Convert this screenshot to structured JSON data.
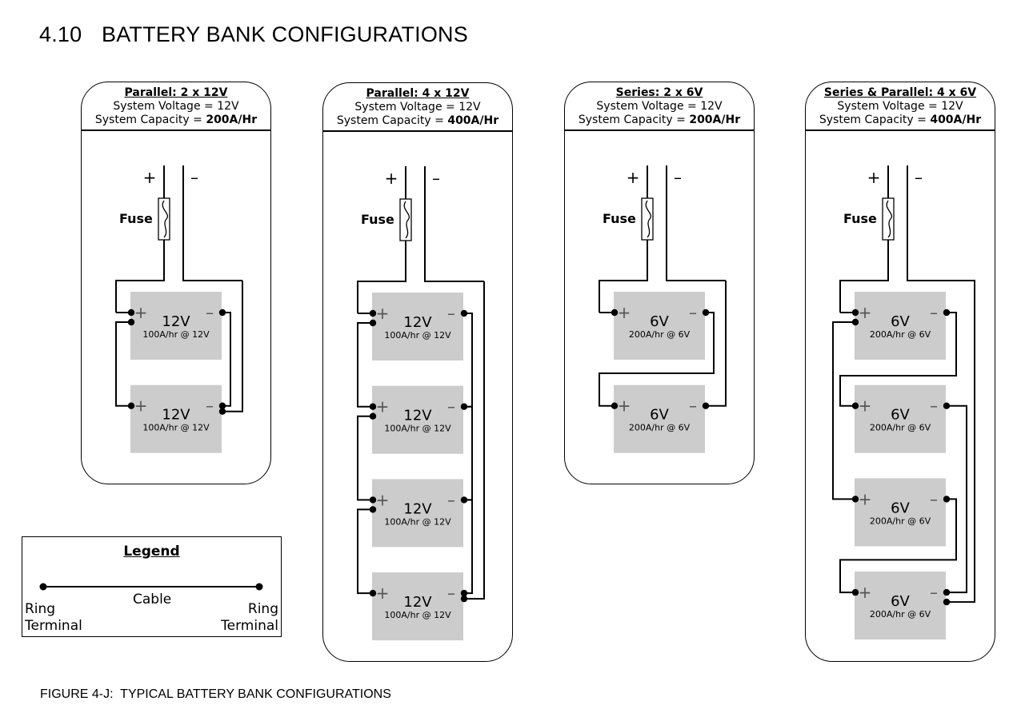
{
  "page": {
    "section_number": "4.10",
    "section_title": "BATTERY BANK CONFIGURATIONS",
    "figure_caption": "FIGURE 4-J:  TYPICAL BATTERY BANK CONFIGURATIONS"
  },
  "colors": {
    "battery_fill": "#cccccc",
    "line": "#000000",
    "terminal_sign": "#555555"
  },
  "common": {
    "plus": "+",
    "minus": "–",
    "fuse": "Fuse",
    "capacity_prefix": "System Capacity = "
  },
  "panels": [
    {
      "title": "Parallel: 2 x 12V",
      "voltage": "System Voltage = 12V",
      "capacity": "200A/Hr",
      "battery_label": "12V",
      "battery_rating": "100A/hr @ 12V",
      "count": 2,
      "wiring": "parallel"
    },
    {
      "title": "Parallel: 4 x 12V",
      "voltage": "System Voltage = 12V",
      "capacity": "400A/Hr",
      "battery_label": "12V",
      "battery_rating": "100A/hr @ 12V",
      "count": 4,
      "wiring": "parallel"
    },
    {
      "title": "Series: 2 x 6V",
      "voltage": "System Voltage = 12V",
      "capacity": "200A/Hr",
      "battery_label": "6V",
      "battery_rating": "200A/hr @ 6V",
      "count": 2,
      "wiring": "series"
    },
    {
      "title": "Series & Parallel: 4 x 6V",
      "voltage": "System Voltage = 12V",
      "capacity": "400A/Hr",
      "battery_label": "6V",
      "battery_rating": "200A/hr @ 6V",
      "count": 4,
      "wiring": "series-parallel"
    }
  ],
  "legend": {
    "title": "Legend",
    "cable": "Cable",
    "left_terminal_line1": "Ring",
    "left_terminal_line2": "Terminal",
    "right_terminal_line1": "Ring",
    "right_terminal_line2": "Terminal"
  }
}
